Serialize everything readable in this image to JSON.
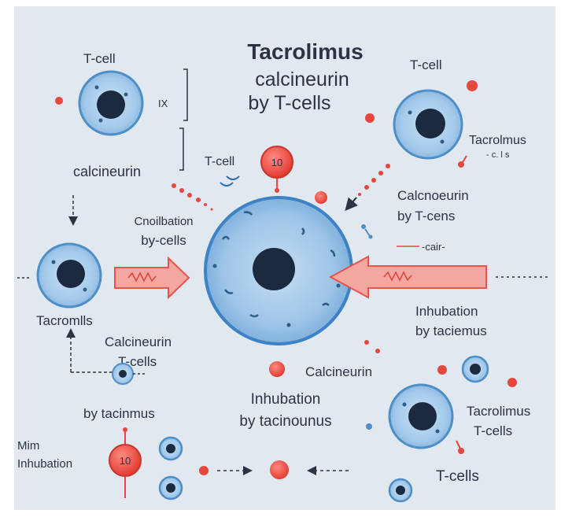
{
  "title": {
    "line1": "Tacrolimus",
    "line2": "calcineurin",
    "line3": "by T-cells"
  },
  "labels": {
    "tcell_top_left": "T-cell",
    "ix_mark": "IX",
    "calcineurin_left": "calcineurin",
    "tcell_top_right": "T-cell",
    "tacrolimus_right": "Tacrolmus",
    "tacrolimus_right_faint": "- c. l s",
    "tcell_mid": "T-cell",
    "drug_badge_mid": "10",
    "calcineurin_right_1": "Calcnoeurin",
    "calcineurin_right_2": "by T-cens",
    "small_arrow_label": "-cair-",
    "inhibition_left_1": "Cnoilbation",
    "inhibition_left_2": "by-cells",
    "tacrolimus_left": "Tacromlls",
    "inhibition_right_1": "Inhubation",
    "inhibition_right_2": "by taciemus",
    "calcineurin_mid_1": "Calcineurin",
    "calcineurin_mid_2": "T-cells",
    "calcineurin_bottom": "Calcineurin",
    "by_tacinmus": "by tacinmus",
    "inhibition_center_1": "Inhubation",
    "inhibition_center_2": "by tacinounus",
    "tacrolimus_bottom_right_1": "Tacrolimus",
    "tacrolimus_bottom_right_2": "T-cells",
    "mim": "Mim",
    "inhibition_bottom_left": "Inhubation",
    "drug_badge_bottom": "10",
    "tcells_bottom": "T-cells"
  },
  "colors": {
    "background": "#e2e8ef",
    "cell_fill": "#a9cdeb",
    "cell_stroke": "#4f8fc8",
    "nucleus": "#1c2a40",
    "drug_red": "#e8473d",
    "arrow_fill": "#f4a7a0",
    "arrow_stroke": "#e8544a",
    "text": "#2b3444"
  }
}
